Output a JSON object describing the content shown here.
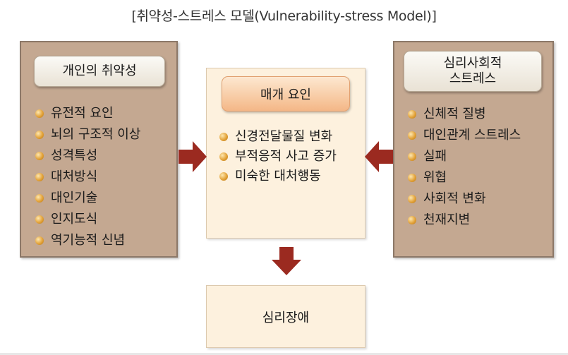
{
  "title": "[취약성-스트레스 모델(Vulnerability-stress Model)]",
  "left_panel": {
    "header": "개인의 취약성",
    "items": [
      "유전적 요인",
      "뇌의 구조적 이상",
      "성격특성",
      "대처방식",
      "대인기술",
      "인지도식",
      "역기능적 신념"
    ]
  },
  "right_panel": {
    "header_line1": "심리사회적",
    "header_line2": "스트레스",
    "items": [
      "신체적 질병",
      "대인관계 스트레스",
      "실패",
      "위협",
      "사회적 변화",
      "천재지변"
    ]
  },
  "center_panel": {
    "header": "매개 요인",
    "items": [
      "신경전달물질 변화",
      "부적응적 사고 증가",
      "미숙한 대처행동"
    ]
  },
  "result": {
    "label": "심리장애"
  },
  "colors": {
    "side_panel": "#c4a891",
    "center_panel": "#fdf1de",
    "arrow": "#9b2a20",
    "bullet": "#e3a33a"
  }
}
